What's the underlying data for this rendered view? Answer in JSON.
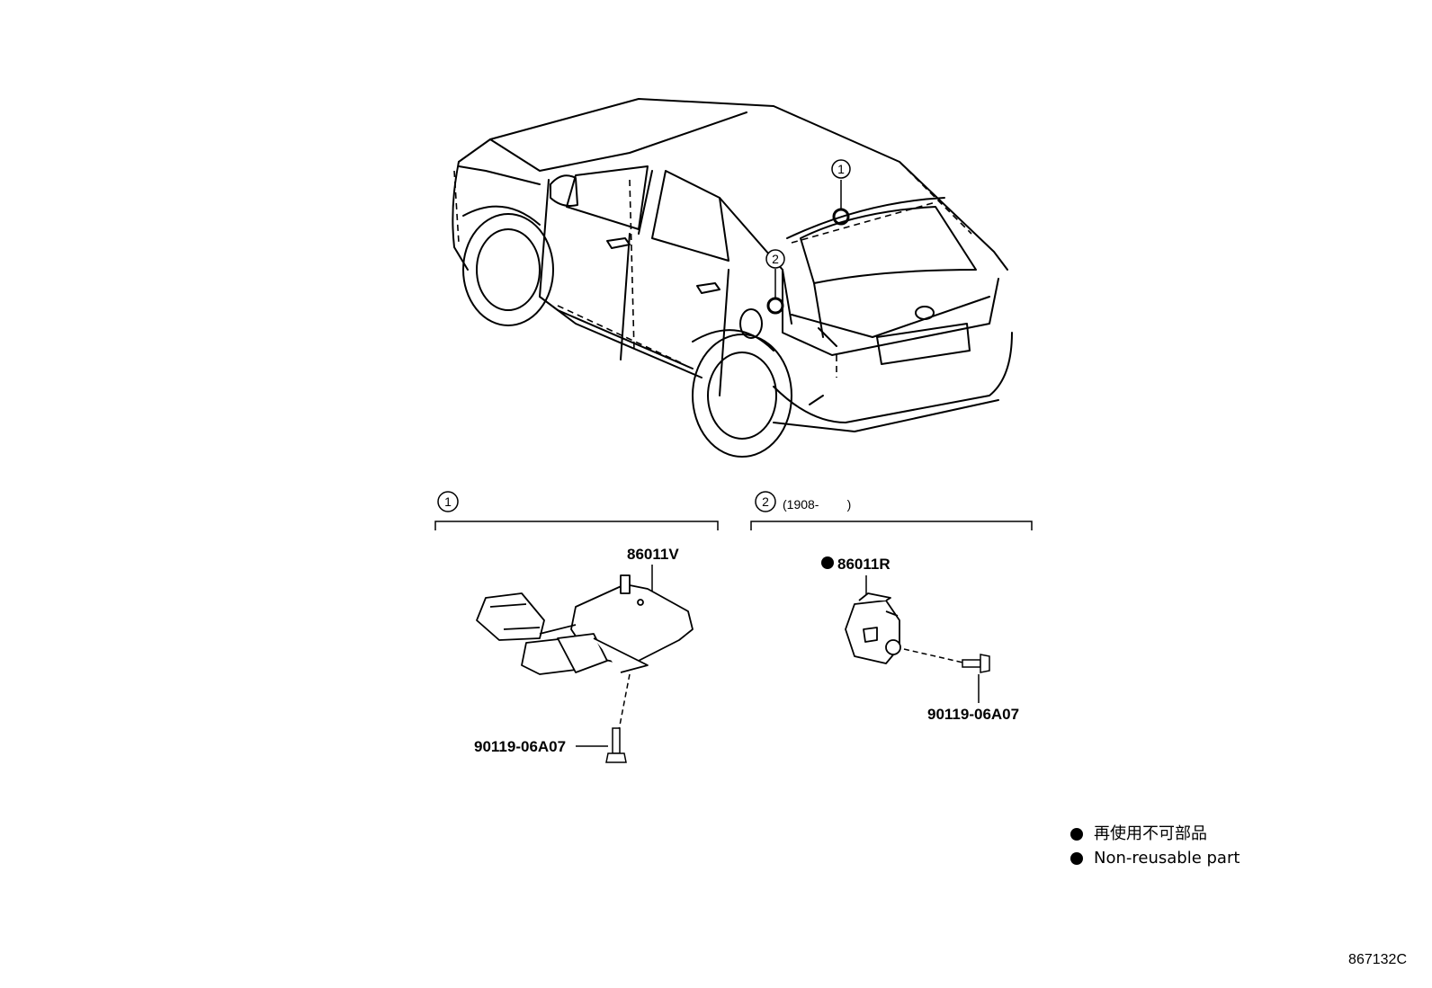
{
  "callouts": {
    "one": "1",
    "two": "2"
  },
  "section_1": {
    "number": "1",
    "parts": {
      "module": "86011V",
      "bolt": "90119-06A07"
    }
  },
  "section_2": {
    "number": "2",
    "range": "(1908-        )",
    "parts": {
      "module": "86011R",
      "bolt": "90119-06A07"
    }
  },
  "legend": {
    "japanese": "再使用不可部品",
    "english": "Non-reusable part"
  },
  "illustration_code": "867132C"
}
